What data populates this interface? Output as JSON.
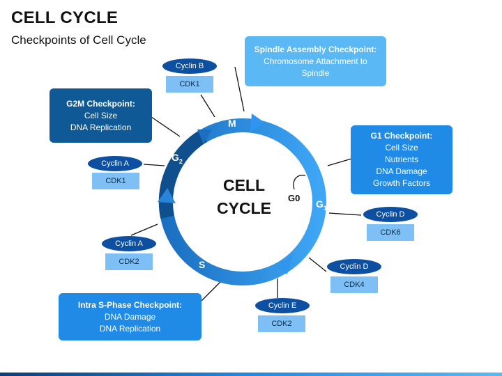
{
  "header": {
    "title": "CELL CYCLE",
    "subtitle": "Checkpoints of Cell Cycle"
  },
  "center": {
    "line1": "CELL",
    "line2": "CYCLE"
  },
  "g0_label": "G0",
  "phases": {
    "m": "M",
    "g1": "G",
    "g1_sub": "1",
    "s": "S",
    "g2": "G",
    "g2_sub": "2"
  },
  "checkpoints": {
    "spindle": {
      "title": "Spindle Assembly Checkpoint:",
      "lines": [
        "Chromosome Attachment to",
        "Spindle"
      ]
    },
    "g2m": {
      "title": "G2M Checkpoint:",
      "lines": [
        "Cell Size",
        "DNA Replication"
      ]
    },
    "g1": {
      "title": "G1 Checkpoint:",
      "lines": [
        "Cell Size",
        "Nutrients",
        "DNA Damage",
        "Growth Factors"
      ]
    },
    "intra_s": {
      "title": "Intra S-Phase Checkpoint:",
      "lines": [
        "DNA Damage",
        "DNA Replication"
      ]
    }
  },
  "complexes": {
    "cyclin_b": {
      "cyclin": "Cyclin B",
      "cdk": "CDK1"
    },
    "cyclin_a_g2": {
      "cyclin": "Cyclin A",
      "cdk": "CDK1"
    },
    "cyclin_a_s": {
      "cyclin": "Cyclin A",
      "cdk": "CDK2"
    },
    "cyclin_e": {
      "cyclin": "Cyclin E",
      "cdk": "CDK2"
    },
    "cyclin_d4": {
      "cyclin": "Cyclin D",
      "cdk": "CDK4"
    },
    "cyclin_d6": {
      "cyclin": "Cyclin D",
      "cdk": "CDK6"
    }
  },
  "colors": {
    "dark_blue": "#0f5a96",
    "mid_blue": "#1f8be6",
    "light_blue": "#5ab8f5",
    "cyclin_fill": "#0d4fa0",
    "cdk_fill": "#7ec0f5"
  }
}
